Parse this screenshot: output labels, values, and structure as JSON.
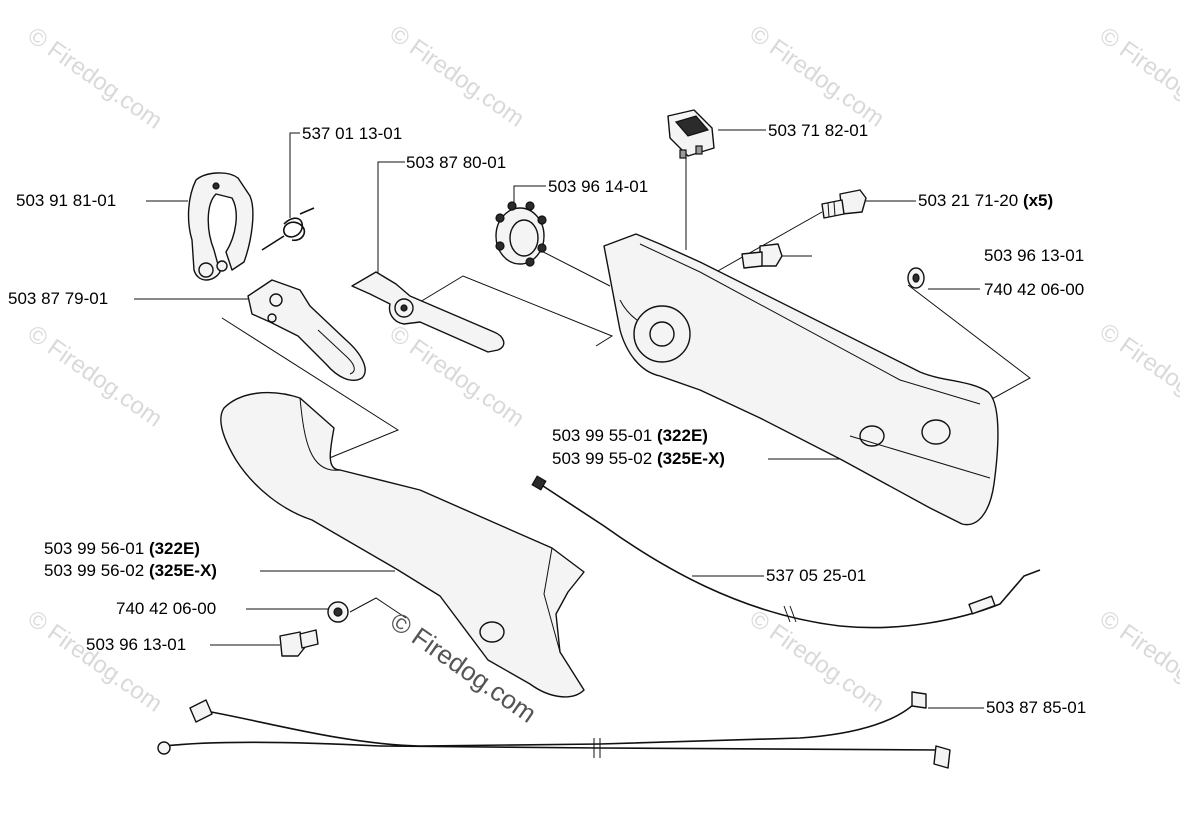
{
  "watermark_text": "© Firedog.com",
  "center_watermark_text": "© Firedog.com",
  "labels": {
    "p_537011301": "537 01 13-01",
    "p_503878001": "503 87 80-01",
    "p_503961401": "503 96 14-01",
    "p_503718201": "503 71 82-01",
    "p_503918101": "503 91 81-01",
    "p_503217120": "503 21 71-20",
    "p_503217120_qty": "(x5)",
    "p_503961301_top": "503 96 13-01",
    "p_740420600_top": "740 42 06-00",
    "p_503877901": "503 87 79-01",
    "p_503995501": "503 99 55-01",
    "p_503995501_model": "(322E)",
    "p_503995502": "503 99 55-02",
    "p_503995502_model": "(325E-X)",
    "p_503995601": "503 99 56-01",
    "p_503995601_model": "(322E)",
    "p_503995602": "503 99 56-02",
    "p_503995602_model": "(325E-X)",
    "p_537052501": "537 05 25-01",
    "p_740420600_bot": "740 42 06-00",
    "p_503961301_bot": "503 96 13-01",
    "p_503878501": "503 87 85-01"
  }
}
